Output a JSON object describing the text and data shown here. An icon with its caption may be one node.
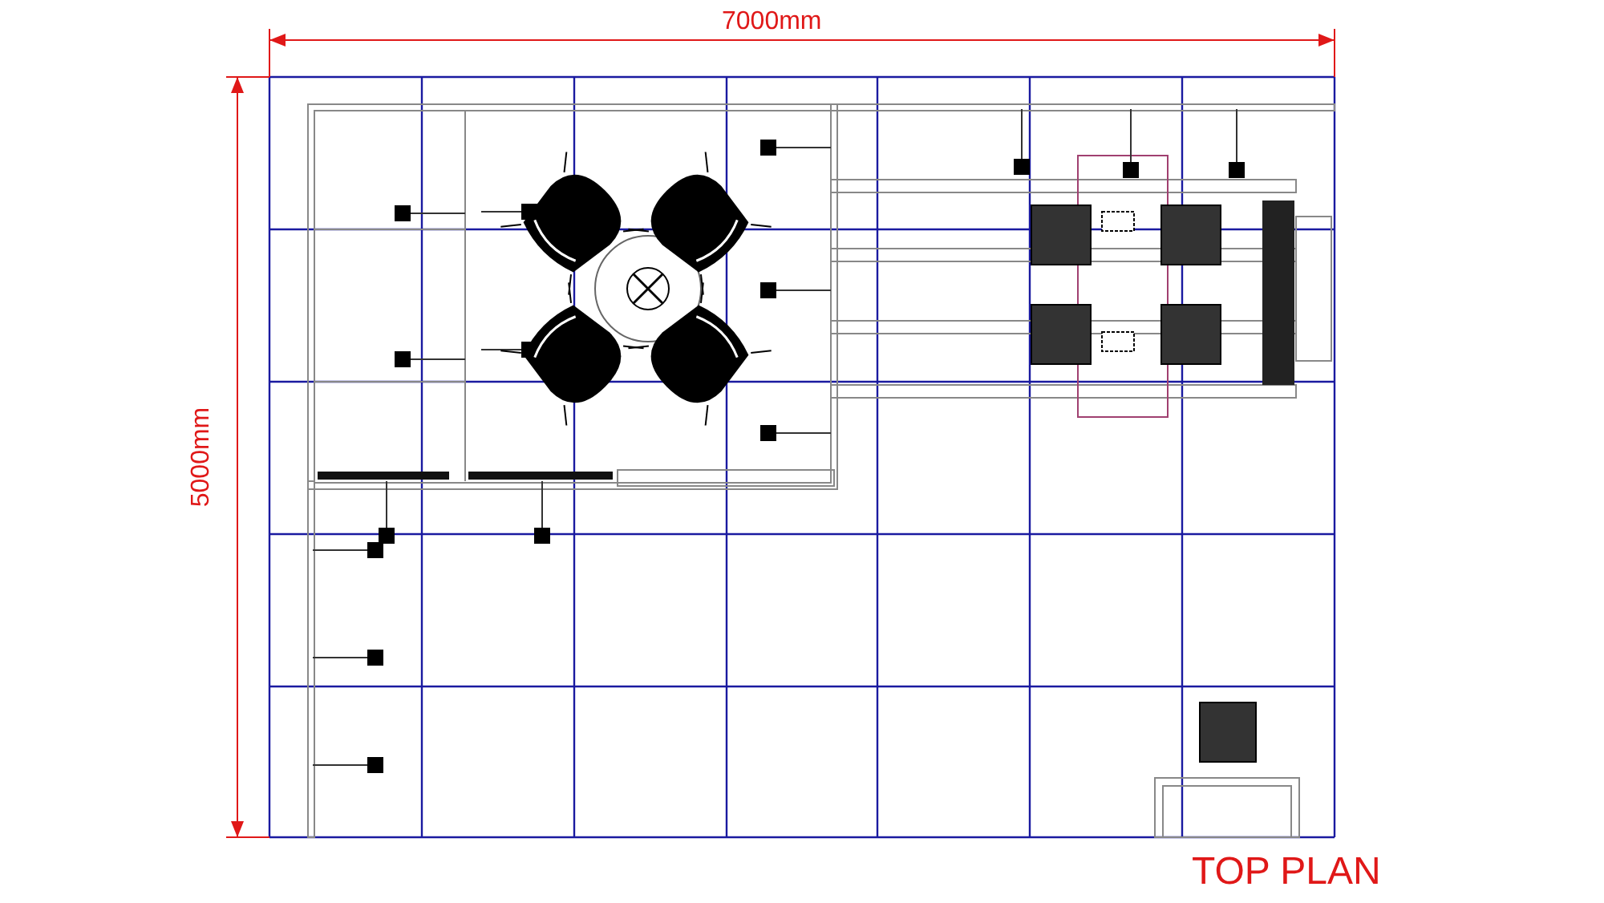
{
  "diagram": {
    "title": "TOP PLAN",
    "labels": [
      "7000mm",
      "5000mm"
    ]
  }
}
